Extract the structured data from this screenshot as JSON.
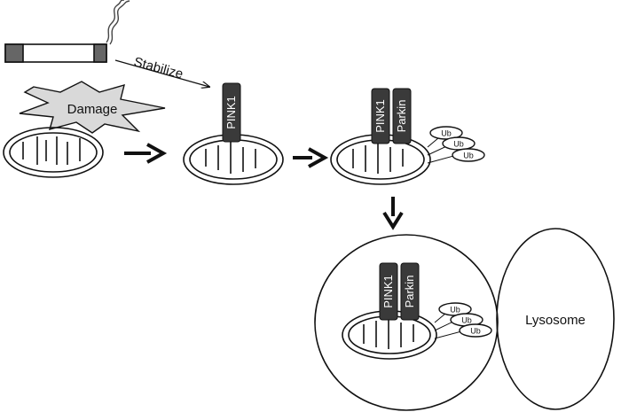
{
  "labels": {
    "stabilize": "Stabilize",
    "damage": "Damage",
    "pink1": "PINK1",
    "parkin": "Parkin",
    "ub": "Ub",
    "lysosome": "Lysosome"
  },
  "colors": {
    "protein": "#3a3a3a",
    "damage_burst": "#d9d9d9",
    "stroke": "#111111",
    "background": "#ffffff"
  }
}
